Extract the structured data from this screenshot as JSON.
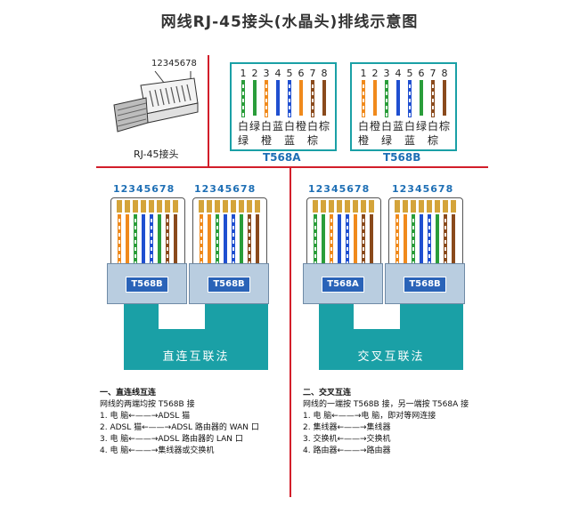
{
  "title": "网线RJ-45接头(水晶头)排线示意图",
  "rj45": {
    "pin_numbers": "12345678",
    "label": "RJ-45接头"
  },
  "standards": {
    "pin_numbers": [
      "1",
      "2",
      "3",
      "4",
      "5",
      "6",
      "7",
      "8"
    ],
    "t568a": {
      "label": "T568A",
      "wires": [
        {
          "name_top": "白",
          "name_bottom": "绿",
          "color": "#2a9d3a",
          "striped": true
        },
        {
          "name_top": "绿",
          "name_bottom": "",
          "color": "#2a9d3a",
          "striped": false
        },
        {
          "name_top": "白",
          "name_bottom": "橙",
          "color": "#f08a1c",
          "striped": true
        },
        {
          "name_top": "蓝",
          "name_bottom": "",
          "color": "#1f4fd0",
          "striped": false
        },
        {
          "name_top": "白",
          "name_bottom": "蓝",
          "color": "#1f4fd0",
          "striped": true
        },
        {
          "name_top": "橙",
          "name_bottom": "",
          "color": "#f08a1c",
          "striped": false
        },
        {
          "name_top": "白",
          "name_bottom": "棕",
          "color": "#8a4a1c",
          "striped": true
        },
        {
          "name_top": "棕",
          "name_bottom": "",
          "color": "#8a4a1c",
          "striped": false
        }
      ]
    },
    "t568b": {
      "label": "T568B",
      "wires": [
        {
          "name_top": "白",
          "name_bottom": "橙",
          "color": "#f08a1c",
          "striped": true
        },
        {
          "name_top": "橙",
          "name_bottom": "",
          "color": "#f08a1c",
          "striped": false
        },
        {
          "name_top": "白",
          "name_bottom": "绿",
          "color": "#2a9d3a",
          "striped": true
        },
        {
          "name_top": "蓝",
          "name_bottom": "",
          "color": "#1f4fd0",
          "striped": false
        },
        {
          "name_top": "白",
          "name_bottom": "蓝",
          "color": "#1f4fd0",
          "striped": true
        },
        {
          "name_top": "绿",
          "name_bottom": "",
          "color": "#2a9d3a",
          "striped": false
        },
        {
          "name_top": "白",
          "name_bottom": "棕",
          "color": "#8a4a1c",
          "striped": true
        },
        {
          "name_top": "棕",
          "name_bottom": "",
          "color": "#8a4a1c",
          "striped": false
        }
      ]
    }
  },
  "straight": {
    "left_pins": "12345678",
    "right_pins": "12345678",
    "left_tag": "T568B",
    "right_tag": "T568B",
    "cable_label": "直连互联法"
  },
  "cross": {
    "left_pins": "12345678",
    "right_pins": "12345678",
    "left_tag": "T568A",
    "right_tag": "T568B",
    "cable_label": "交叉互联法"
  },
  "notes_straight": {
    "heading": "一、直连线互连",
    "sub": "网线的两端均按 T568B 接",
    "items": [
      "1. 电    脑←——→ADSL 猫",
      "2. ADSL 猫←——→ADSL 路由器的 WAN 口",
      "3. 电    脑←——→ADSL 路由器的 LAN 口",
      "4. 电    脑←——→集线器或交换机"
    ]
  },
  "notes_cross": {
    "heading": "二、交叉互连",
    "sub": "网线的一端按 T568B 接，另一端按 T568A 接",
    "items": [
      "1. 电    脑←——→电    脑，即对等网连接",
      "2. 集线器←——→集线器",
      "3. 交换机←——→交换机",
      "4. 路由器←——→路由器"
    ]
  },
  "colors": {
    "divider": "#d21e2a",
    "teal": "#1aa0a6",
    "blue_label": "#1e6fb5"
  }
}
